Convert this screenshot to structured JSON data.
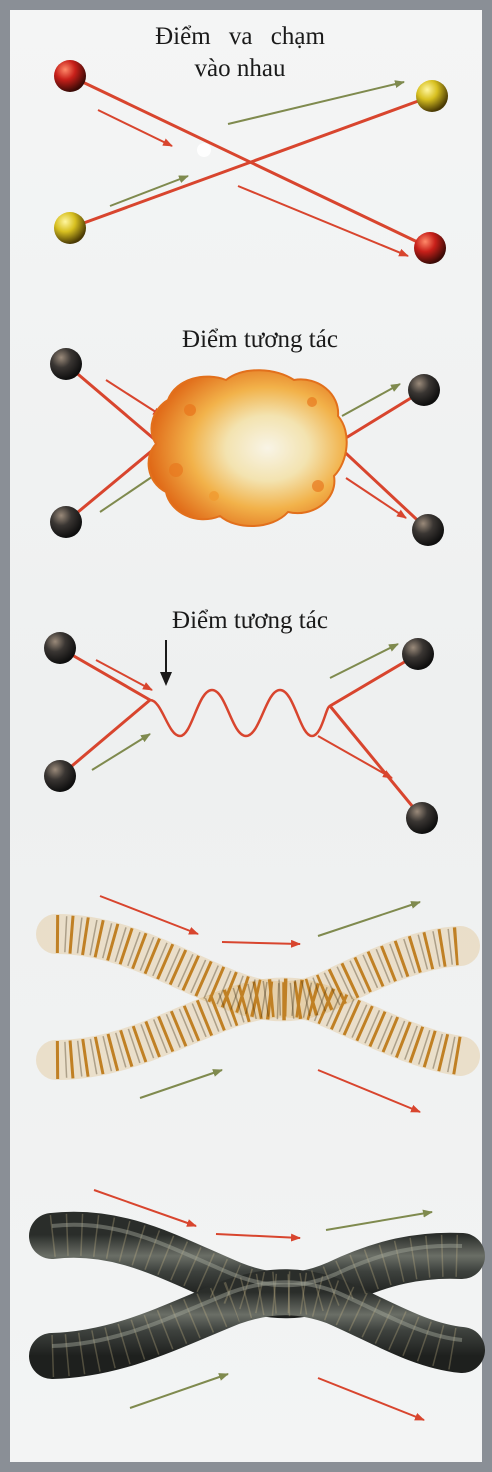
{
  "panels": [
    {
      "id": "collision",
      "label_lines": [
        "Điểm va chạm",
        "vào nhau"
      ]
    },
    {
      "id": "cloud-interaction",
      "label": "Điểm tương tác"
    },
    {
      "id": "wave-interaction",
      "label": "Điểm tương tác"
    },
    {
      "id": "spring-strings",
      "label": ""
    },
    {
      "id": "tube-strings",
      "label": ""
    }
  ],
  "colors": {
    "frame": "#8a8f96",
    "arrow_red": "#d8452e",
    "arrow_green": "#7f8a4e",
    "particle_red": "#c8201a",
    "particle_yellow": "#d8c020",
    "particle_dark": "#2b2b2b",
    "spring": "#d79a3a",
    "tube": "#4a4e4a"
  }
}
